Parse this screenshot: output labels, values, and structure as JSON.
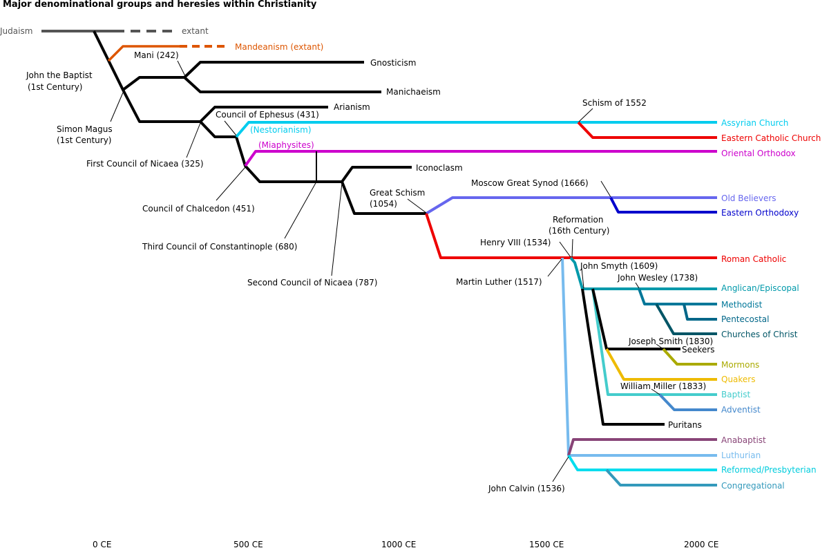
{
  "title": "Major denominational groups and heresies within Christianity",
  "colors": {
    "black": "#000000",
    "judaism_gray": "#555555",
    "mandeanism_orange": "#dd5500",
    "nestorian_cyan": "#00ccee",
    "eastern_catholic_red": "#ee0000",
    "miaphysite_magenta": "#cc00cc",
    "old_believers_blue": "#6666ee",
    "eastern_orthodoxy_blue": "#0000cc",
    "roman_catholic_red": "#ee0000",
    "anglican_teal": "#0099aa",
    "methodist_teal": "#007799",
    "pentecostal_teal": "#006688",
    "churches_of_christ_teal": "#005566",
    "mormons_olive": "#aaaa00",
    "quakers_gold": "#eebb00",
    "baptist_cyan": "#44cccc",
    "adventist_blue": "#4488cc",
    "anabaptist_purple": "#884477",
    "luthurian_blue": "#77bbee",
    "reformed_cyan": "#00ddee",
    "congregational_blue": "#3399bb"
  },
  "branches": {
    "judaism": "Judaism",
    "extant": "extant",
    "mandeanism": "Mandeanism (extant)",
    "gnosticism": "Gnosticism",
    "manichaeism": "Manichaeism",
    "arianism": "Arianism",
    "assyrian_church": "Assyrian Church",
    "eastern_catholic_church": "Eastern Catholic Church",
    "oriental_orthodox": "Oriental Orthodox",
    "iconoclasm": "Iconoclasm",
    "old_believers": "Old Believers",
    "eastern_orthodoxy": "Eastern Orthodoxy",
    "roman_catholic": "Roman Catholic",
    "anglican": "Anglican/Episcopal",
    "methodist": "Methodist",
    "pentecostal": "Pentecostal",
    "churches_of_christ": "Churches of Christ",
    "seekers": "Seekers",
    "mormons": "Mormons",
    "quakers": "Quakers",
    "baptist": "Baptist",
    "adventist": "Adventist",
    "puritans": "Puritans",
    "anabaptist": "Anabaptist",
    "luthurian": "Luthurian",
    "reformed": "Reformed/Presbyterian",
    "congregational": "Congregational"
  },
  "branch_notes": {
    "nestorianism": "(Nestorianism)",
    "miaphysites": "(Miaphysites)"
  },
  "events": {
    "john_baptist_1": "John the Baptist",
    "john_baptist_2": "(1st Century)",
    "mani": "Mani (242)",
    "simon_magus_1": "Simon Magus",
    "simon_magus_2": "(1st Century)",
    "nicaea_1": "First Council of Nicaea (325)",
    "ephesus": "Council of Ephesus (431)",
    "chalcedon": "Council of Chalcedon (451)",
    "constantinople_3": "Third Council of Constantinople (680)",
    "nicaea_2": "Second Council of Nicaea (787)",
    "great_schism_1": "Great Schism",
    "great_schism_2": "(1054)",
    "moscow_synod": "Moscow Great Synod (1666)",
    "schism_1552": "Schism of 1552",
    "reformation_1": "Reformation",
    "reformation_2": "(16th Century)",
    "henry_viii": "Henry VIII (1534)",
    "martin_luther": "Martin Luther (1517)",
    "john_smyth": "John Smyth (1609)",
    "john_wesley": "John Wesley (1738)",
    "joseph_smith": "Joseph Smith (1830)",
    "william_miller": "William Miller (1833)",
    "john_calvin": "John Calvin (1536)"
  },
  "axis": {
    "ticks": [
      "0 CE",
      "500 CE",
      "1000 CE",
      "1500 CE",
      "2000 CE"
    ]
  }
}
